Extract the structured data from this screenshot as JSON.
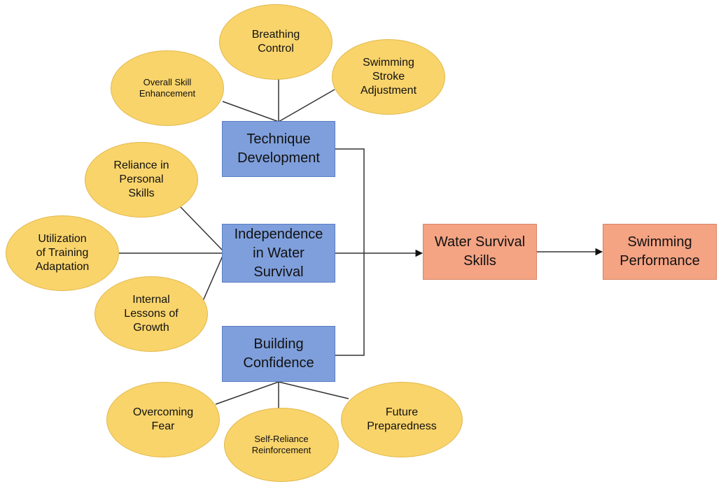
{
  "nodes": {
    "breathing_control": "Breathing\nControl",
    "overall_skill": "Overall Skill\nEnhancement",
    "swimming_stroke": "Swimming\nStroke\nAdjustment",
    "technique_development": "Technique\nDevelopment",
    "reliance_personal": "Reliance in\nPersonal\nSkills",
    "utilization_training": "Utilization\nof Training\nAdaptation",
    "independence_water": "Independence\nin Water\nSurvival",
    "internal_lessons": "Internal\nLessons of\nGrowth",
    "building_confidence": "Building\nConfidence",
    "overcoming_fear": "Overcoming\nFear",
    "self_reliance": "Self-Reliance\nReinforcement",
    "future_preparedness": "Future\nPreparedness",
    "water_survival": "Water Survival\nSkills",
    "swimming_performance": "Swimming\nPerformance"
  },
  "colors": {
    "ellipse_fill": "#f9d46b",
    "box_blue": "#7f9fdc",
    "box_red": "#f4a383",
    "line": "#333333"
  }
}
